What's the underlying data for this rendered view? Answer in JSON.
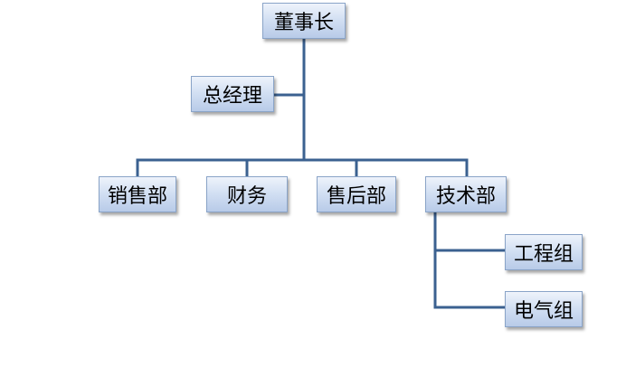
{
  "colors": {
    "connector": "#3b6190",
    "box_top": "#eef3fb",
    "box_bottom": "#b8cbe8",
    "box_border": "#8aa4c8"
  },
  "nodes": {
    "chairman": "董事长",
    "general_manager": "总经理",
    "sales": "销售部",
    "finance": "财务",
    "after_sales": "售后部",
    "technology": "技术部",
    "engineering_group": "工程组",
    "electrical_group": "电气组"
  }
}
